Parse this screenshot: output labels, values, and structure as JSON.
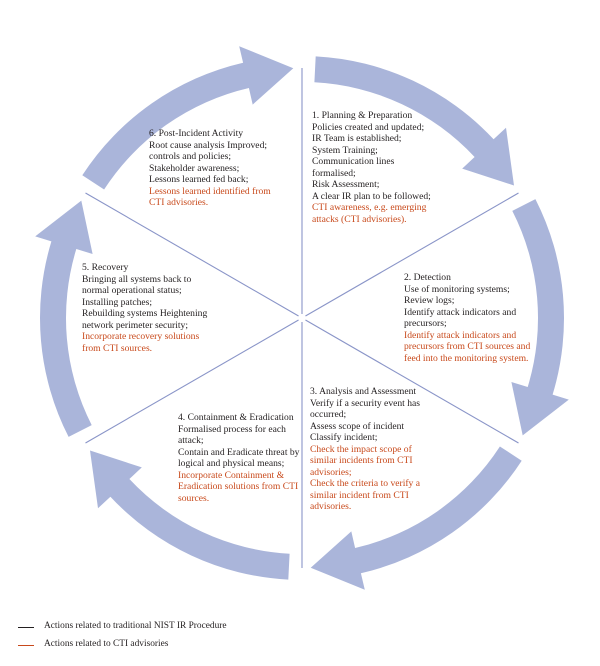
{
  "colors": {
    "arrow_fill": "#aab5da",
    "divider": "#8a95c8",
    "text_nist": "#231f20",
    "text_cti": "#c8491b"
  },
  "stages": [
    {
      "lines": [
        {
          "text": "1. Planning & Preparation",
          "kind": "nist"
        },
        {
          "text": "Policies created and updated;",
          "kind": "nist"
        },
        {
          "text": "IR Team is established;",
          "kind": "nist"
        },
        {
          "text": "System Training;",
          "kind": "nist"
        },
        {
          "text": "Communication lines",
          "kind": "nist"
        },
        {
          "text": "formalised;",
          "kind": "nist"
        },
        {
          "text": "Risk Assessment;",
          "kind": "nist"
        },
        {
          "text": "A clear IR plan to be followed;",
          "kind": "nist"
        },
        {
          "text": "CTI awareness, e.g. emerging",
          "kind": "cti"
        },
        {
          "text": "attacks (CTI advisories).",
          "kind": "cti"
        }
      ]
    },
    {
      "lines": [
        {
          "text": "2. Detection",
          "kind": "nist"
        },
        {
          "text": "Use of monitoring systems;",
          "kind": "nist"
        },
        {
          "text": "Review logs;",
          "kind": "nist"
        },
        {
          "text": "Identify attack indicators and",
          "kind": "nist"
        },
        {
          "text": "precursors;",
          "kind": "nist"
        },
        {
          "text": "Identify attack indicators and",
          "kind": "cti"
        },
        {
          "text": "precursors from CTI sources and",
          "kind": "cti"
        },
        {
          "text": "feed into the monitoring system.",
          "kind": "cti"
        }
      ]
    },
    {
      "lines": [
        {
          "text": "3. Analysis and Assessment",
          "kind": "nist"
        },
        {
          "text": "Verify if a security event has",
          "kind": "nist"
        },
        {
          "text": "occurred;",
          "kind": "nist"
        },
        {
          "text": "Assess scope of incident",
          "kind": "nist"
        },
        {
          "text": "Classify incident;",
          "kind": "nist"
        },
        {
          "text": "Check the impact scope of",
          "kind": "cti"
        },
        {
          "text": "similar incidents from CTI",
          "kind": "cti"
        },
        {
          "text": "advisories;",
          "kind": "cti"
        },
        {
          "text": "Check the criteria to verify a",
          "kind": "cti"
        },
        {
          "text": "similar incident from CTI",
          "kind": "cti"
        },
        {
          "text": "advisories.",
          "kind": "cti"
        }
      ]
    },
    {
      "lines": [
        {
          "text": "4. Containment & Eradication",
          "kind": "nist"
        },
        {
          "text": "Formalised process for each",
          "kind": "nist"
        },
        {
          "text": "attack;",
          "kind": "nist"
        },
        {
          "text": "Contain and Eradicate threat by",
          "kind": "nist"
        },
        {
          "text": "logical and physical means;",
          "kind": "nist"
        },
        {
          "text": "Incorporate Containment &",
          "kind": "cti"
        },
        {
          "text": "Eradication solutions from CTI",
          "kind": "cti"
        },
        {
          "text": "sources.",
          "kind": "cti"
        }
      ]
    },
    {
      "lines": [
        {
          "text": "5. Recovery",
          "kind": "nist"
        },
        {
          "text": "Bringing all systems back to",
          "kind": "nist"
        },
        {
          "text": "normal operational status;",
          "kind": "nist"
        },
        {
          "text": "Installing patches;",
          "kind": "nist"
        },
        {
          "text": "Rebuilding systems Heightening",
          "kind": "nist"
        },
        {
          "text": "network perimeter security;",
          "kind": "nist"
        },
        {
          "text": "Incorporate recovery solutions",
          "kind": "cti"
        },
        {
          "text": "from CTI sources.",
          "kind": "cti"
        }
      ]
    },
    {
      "lines": [
        {
          "text": "6. Post-Incident Activity",
          "kind": "nist"
        },
        {
          "text": "Root cause analysis Improved;",
          "kind": "nist"
        },
        {
          "text": "controls and policies;",
          "kind": "nist"
        },
        {
          "text": "Stakeholder awareness;",
          "kind": "nist"
        },
        {
          "text": "Lessons learned fed back;",
          "kind": "nist"
        },
        {
          "text": "Lessons learned identified from",
          "kind": "cti"
        },
        {
          "text": "CTI advisories.",
          "kind": "cti"
        }
      ]
    }
  ],
  "legend": {
    "nist_label": "Actions related to traditional NIST IR Procedure",
    "cti_label": "Actions related to CTI advisories"
  }
}
